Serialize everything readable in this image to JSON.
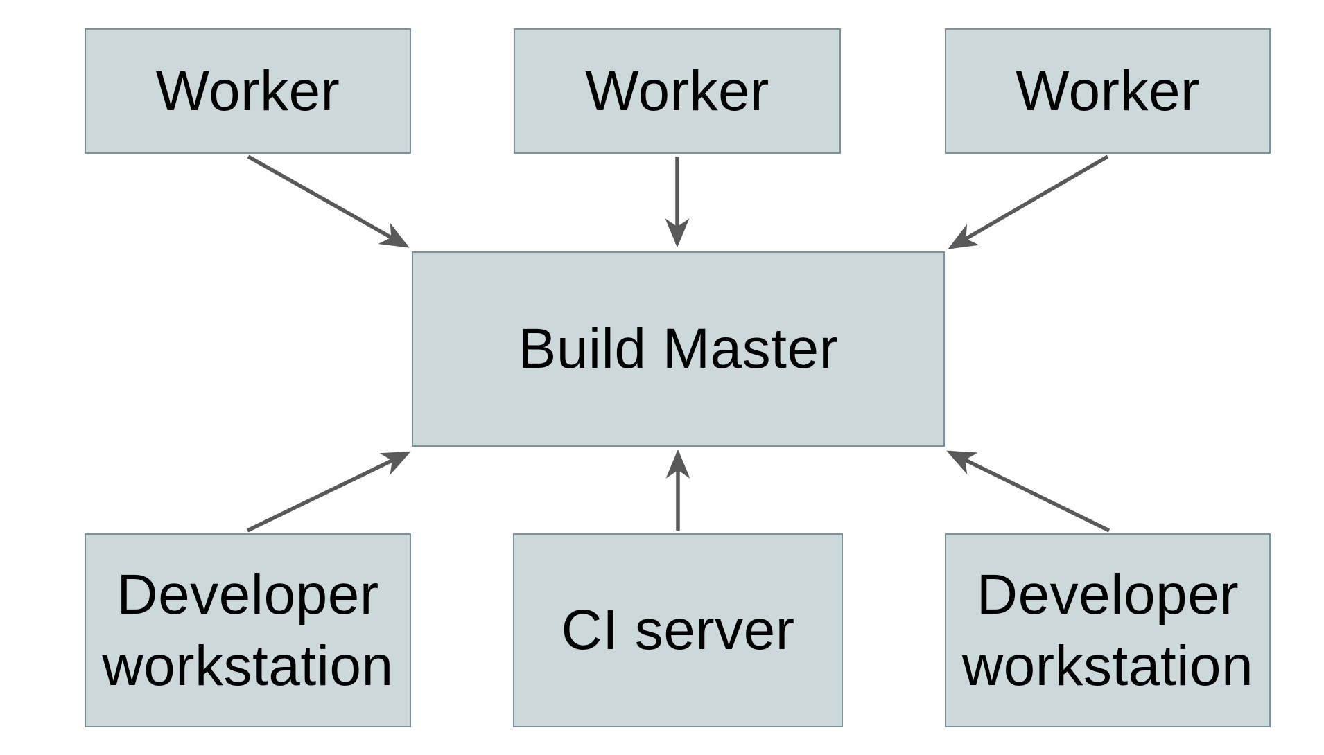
{
  "diagram": {
    "nodes": {
      "worker_left": {
        "label": "Worker"
      },
      "worker_middle": {
        "label": "Worker"
      },
      "worker_right": {
        "label": "Worker"
      },
      "build_master": {
        "label": "Build Master"
      },
      "developer_workstation_left": {
        "label": "Developer workstation"
      },
      "ci_server": {
        "label": "CI server"
      },
      "developer_workstation_right": {
        "label": "Developer workstation"
      }
    },
    "edges": [
      {
        "from": "worker_left",
        "to": "build_master",
        "direction": "into-top-left-corner"
      },
      {
        "from": "worker_middle",
        "to": "build_master",
        "direction": "straight-down"
      },
      {
        "from": "worker_right",
        "to": "build_master",
        "direction": "into-top-right-corner"
      },
      {
        "from": "developer_workstation_left",
        "to": "build_master",
        "direction": "into-bottom-left-corner"
      },
      {
        "from": "ci_server",
        "to": "build_master",
        "direction": "straight-up"
      },
      {
        "from": "developer_workstation_right",
        "to": "build_master",
        "direction": "into-bottom-right-corner"
      }
    ],
    "colors": {
      "background": "#ffffff",
      "node_fill": "#cdd8da",
      "node_border": "#7f929b",
      "arrow": "#595959",
      "text": "#000000"
    }
  }
}
